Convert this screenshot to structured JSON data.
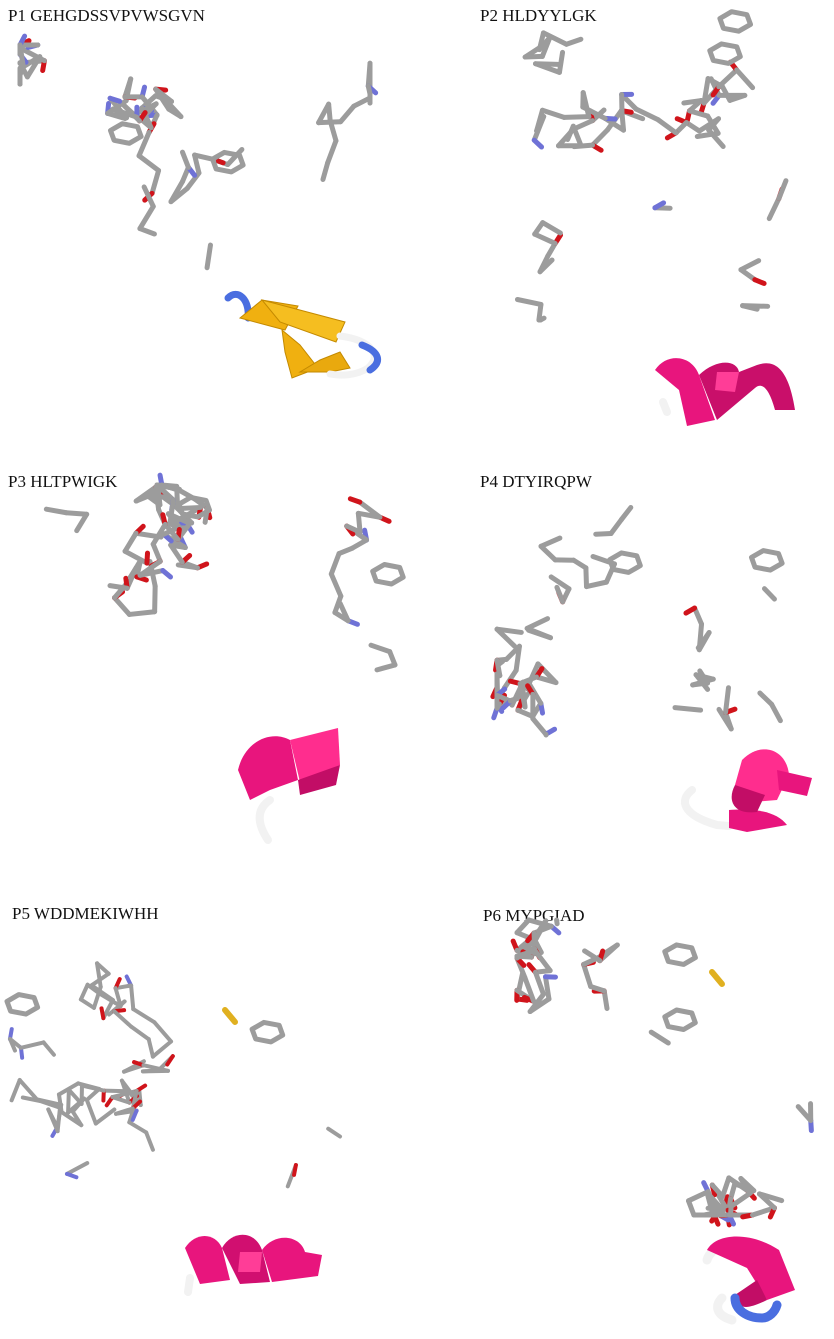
{
  "colors": {
    "carbon": "#9c9c9c",
    "nitrogen": "#6f72d6",
    "oxygen": "#d0141b",
    "hydrogen": "#eeeeee",
    "sulfur": "#e0b020",
    "strand": "#f0b010",
    "helix": "#e8157d",
    "coil_white": "#f2f2f2",
    "coil_blue": "#4a6ee0"
  },
  "panels": [
    {
      "id": "P1",
      "label": "P1 GEHGDSSVPVWSGVN",
      "structure": "beta-hairpin"
    },
    {
      "id": "P2",
      "label": "P2 HLDYYLGK",
      "structure": "helix"
    },
    {
      "id": "P3",
      "label": "P3 HLTPWIGK",
      "structure": "helix"
    },
    {
      "id": "P4",
      "label": "P4 DTYIRQPW",
      "structure": "helix"
    },
    {
      "id": "P5",
      "label": "P5 WDDMEKIWHH",
      "structure": "helix"
    },
    {
      "id": "P6",
      "label": "P6 MYPGIAD",
      "structure": "helix"
    }
  ]
}
